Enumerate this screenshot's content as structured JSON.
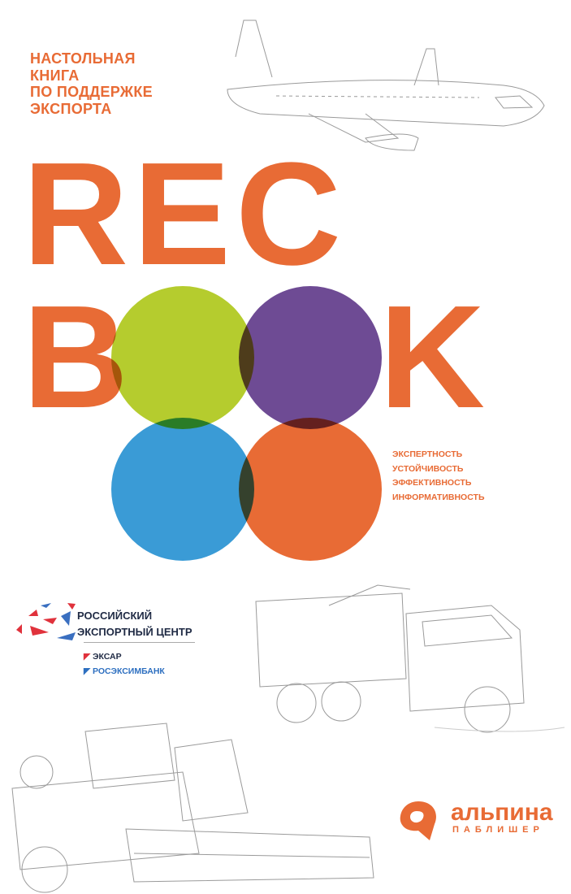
{
  "cover": {
    "subtitle_lines": [
      "НАСТОЛЬНАЯ",
      "КНИГА",
      "ПО ПОДДЕРЖКЕ",
      "ЭКСПОРТА"
    ],
    "title_line1": "REC",
    "title_b": "B",
    "title_k": "K",
    "taglines": [
      "ЭКСПЕРТНОСТЬ",
      "УСТОЙЧИВОСТЬ",
      "ЭФФЕКТИВНОСТЬ",
      "ИНФОРМАТИВНОСТЬ"
    ],
    "colors": {
      "orange": "#E86B35",
      "green": "#B5CC2E",
      "purple": "#6E4B94",
      "blue": "#3A9BD6"
    }
  },
  "rec_logo": {
    "name_lines": [
      "РОССИЙСКИЙ",
      "ЭКСПОРТНЫЙ ЦЕНТР"
    ],
    "partners": [
      "ЭКСАР",
      "РОСЭКСИМБАНК"
    ]
  },
  "publisher": {
    "name": "альпина",
    "sub": "ПАБЛИШЕР"
  }
}
